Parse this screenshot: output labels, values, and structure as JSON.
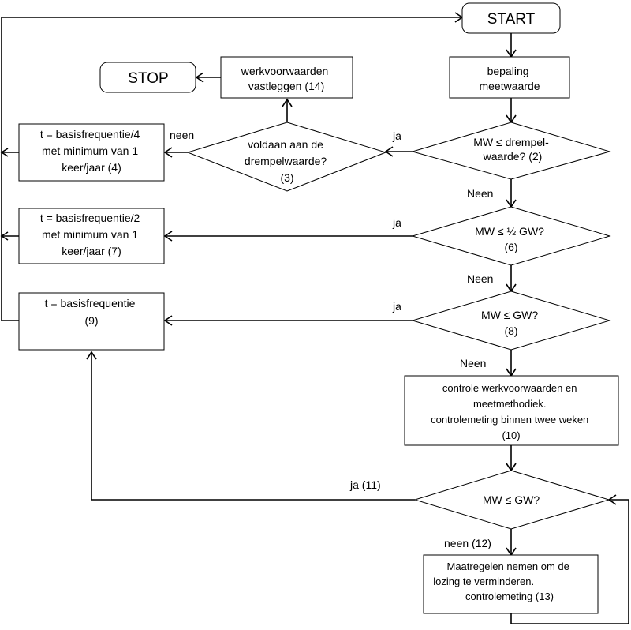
{
  "nodes": {
    "start": [
      "START"
    ],
    "bepaling": [
      "bepaling",
      "meetwaarde"
    ],
    "werkvoorwaarden": [
      "werkvoorwaarden",
      "vastleggen (14)"
    ],
    "stop": [
      "STOP"
    ],
    "d2": [
      "MW ≤ drempel-",
      "waarde? (2)"
    ],
    "d3": [
      "voldaan aan de",
      "drempelwaarde?",
      "(3)"
    ],
    "b4": [
      "t = basisfrequentie/4",
      "met minimum van 1",
      "keer/jaar (4)"
    ],
    "d6": [
      "MW ≤ ½ GW?",
      "(6)"
    ],
    "b7": [
      "t = basisfrequentie/2",
      "met minimum van 1",
      "keer/jaar (7)"
    ],
    "d8": [
      "MW ≤ GW?",
      "(8)"
    ],
    "b9": [
      "t = basisfrequentie",
      "(9)"
    ],
    "b10": [
      "controle werkvoorwaarden en",
      "meetmethodiek.",
      "controlemeting binnen twee weken",
      "(10)"
    ],
    "d12": [
      "MW ≤ GW?"
    ],
    "b13": [
      "Maatregelen  nemen  om  de",
      "lozing te verminderen.",
      "controlemeting (13)"
    ]
  },
  "edge_labels": {
    "ja_d2": "ja",
    "neen_d3": "neen",
    "neen_d2": "Neen",
    "ja_d6": "ja",
    "neen_d6": "Neen",
    "ja_d8": "ja",
    "neen_d8": "Neen",
    "ja_d12": "ja (11)",
    "neen_d12": "neen (12)"
  }
}
